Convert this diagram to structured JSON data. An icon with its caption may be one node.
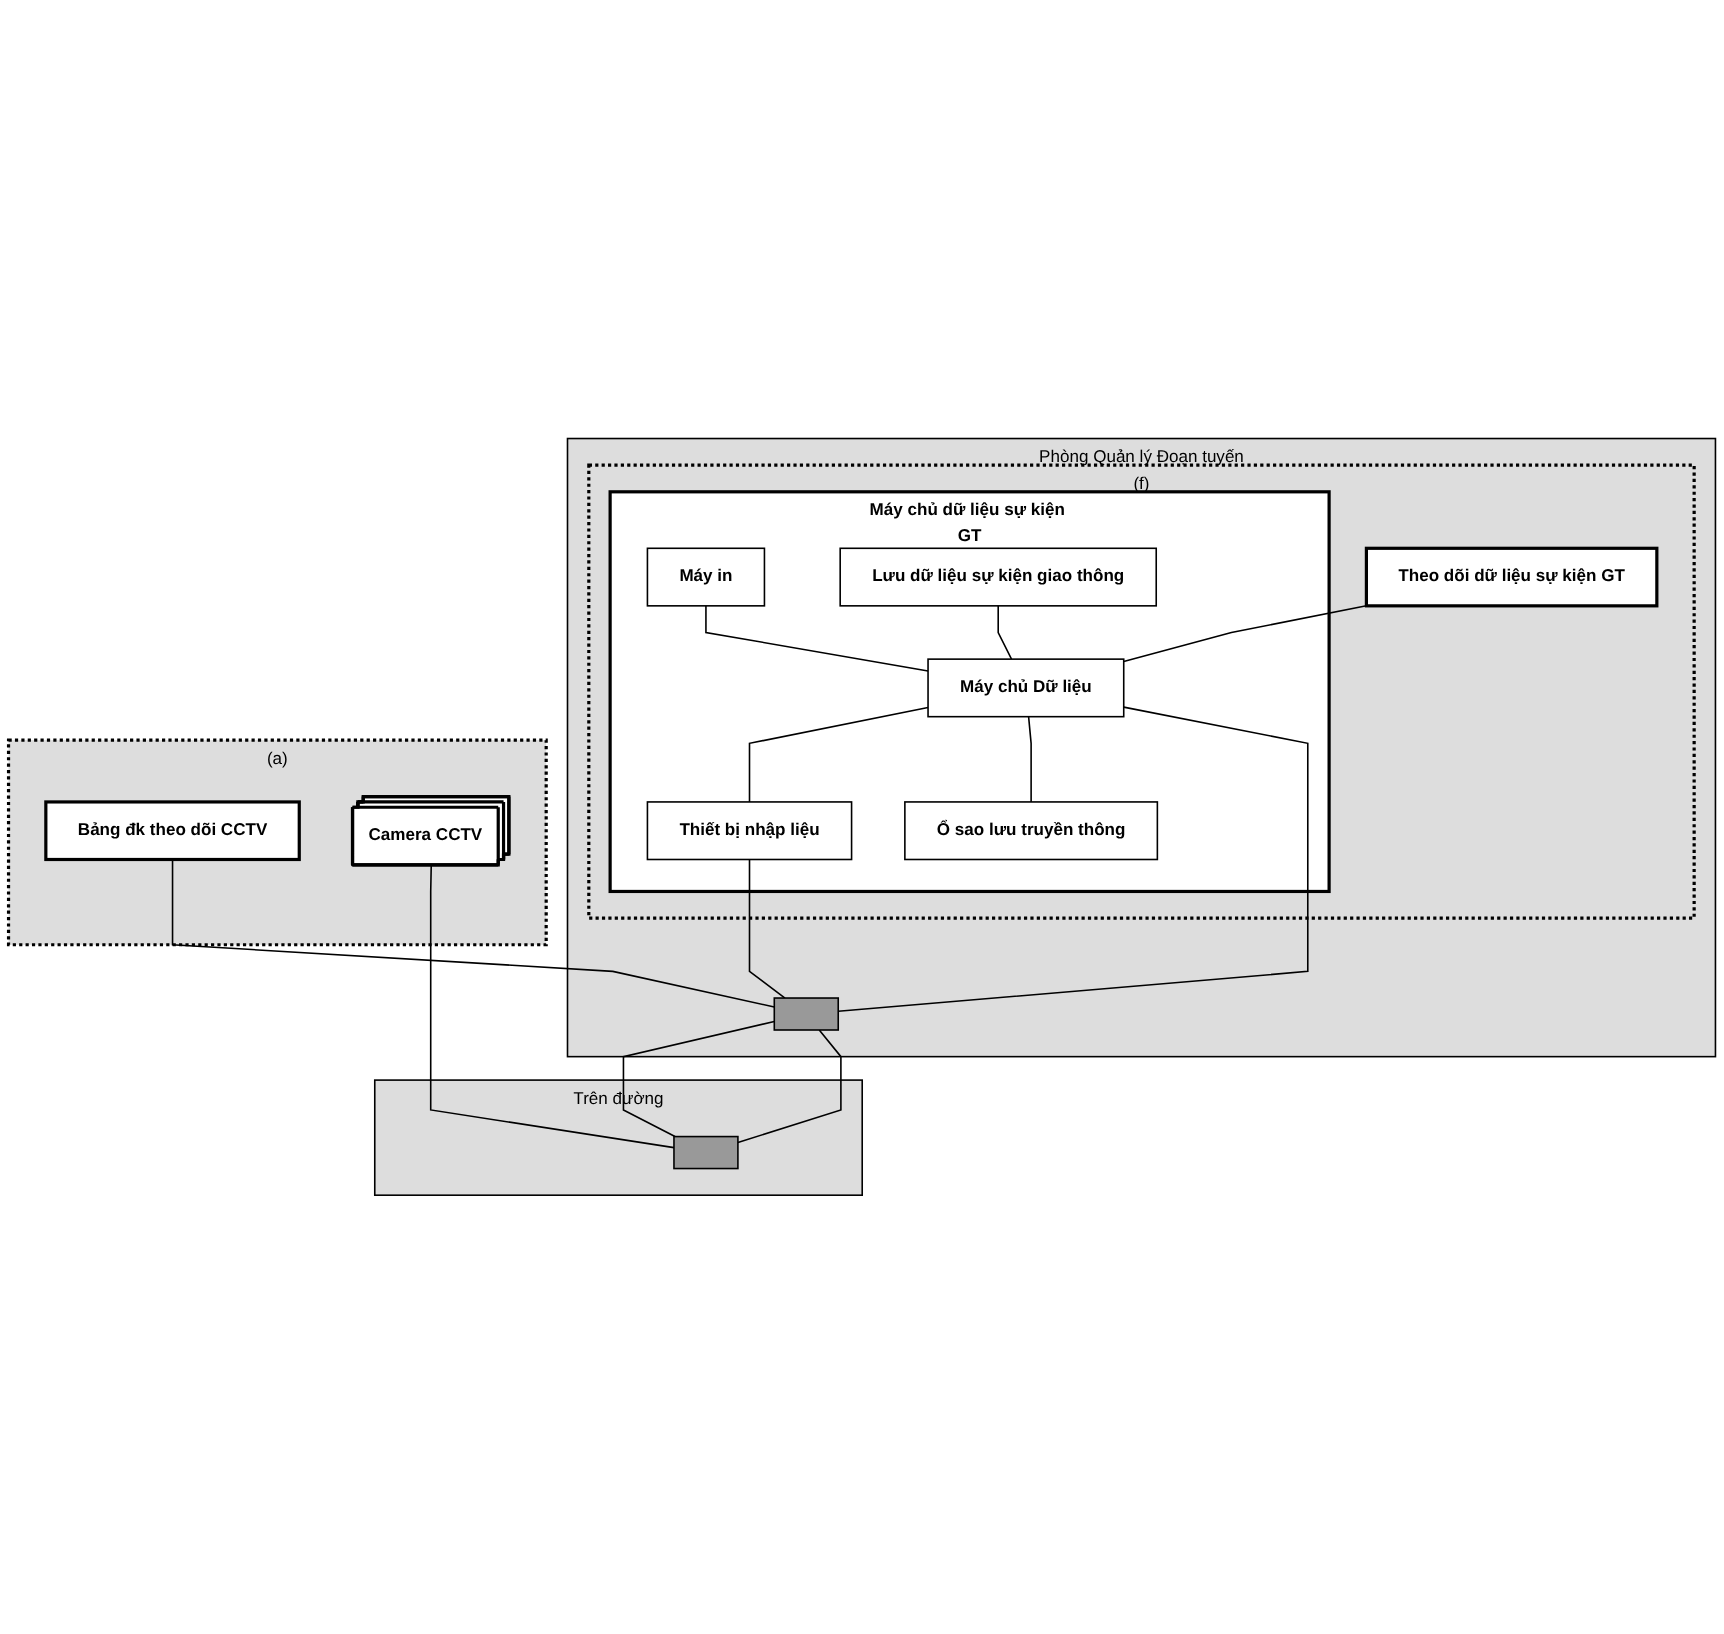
{
  "diagram": {
    "nodes": [
      {
        "text": [
          "Phòng Quản lý Đoạn tuyến"
        ]
      },
      {
        "text": [
          "Trên đường"
        ]
      },
      {
        "text": [
          "(f)"
        ],
        "in": 0
      },
      {
        "text": [
          "Theo dõi dữ liệu sự kiện GT"
        ],
        "in": 2
      },
      {
        "text": [
          "Máy chủ dữ liệu sự kiện GT"
        ],
        "in": 2
      },
      {
        "text": [
          "Máy in"
        ],
        "in": 4
      },
      {
        "text": [
          "Lưu dữ liệu sự kiện giao thông"
        ],
        "in": 4
      },
      {
        "text": [
          "Máy chủ Dữ liệu"
        ],
        "in": 4
      },
      {
        "text": [
          "Thiết bị nhập liệu"
        ],
        "in": 4
      },
      {
        "text": [
          "Ổ sao lưu truyền thông"
        ],
        "in": 4
      },
      {
        "text": [
          "(a)"
        ]
      },
      {
        "text": [
          "Bảng đk theo dõi CCTV"
        ],
        "in": 10
      },
      {
        "text": [
          "Camera CCTV"
        ],
        "in": 10
      },
      {
        "text": [],
        "shape": "box",
        "in": 0
      },
      {
        "text": [],
        "shape": "box",
        "in": 1
      }
    ],
    "edges": [
      {
        "from": 3,
        "to": 7,
        "arrow": "none"
      },
      {
        "from": 5,
        "to": 7,
        "arrow": "none"
      },
      {
        "from": 6,
        "to": 7,
        "arrow": "none"
      },
      {
        "from": 7,
        "to": 8,
        "arrow": "none"
      },
      {
        "from": 7,
        "to": 9,
        "arrow": "none"
      },
      {
        "from": 7,
        "to": 13,
        "arrow": "none"
      },
      {
        "from": 8,
        "to": 13,
        "arrow": "none"
      },
      {
        "from": 11,
        "to": 13,
        "arrow": "none"
      },
      {
        "from": 12,
        "to": 14,
        "arrow": "none"
      },
      {
        "from": 13,
        "to": 14,
        "arrow": "none"
      },
      {
        "from": 13,
        "to": 14,
        "arrow": "none"
      }
    ]
  }
}
